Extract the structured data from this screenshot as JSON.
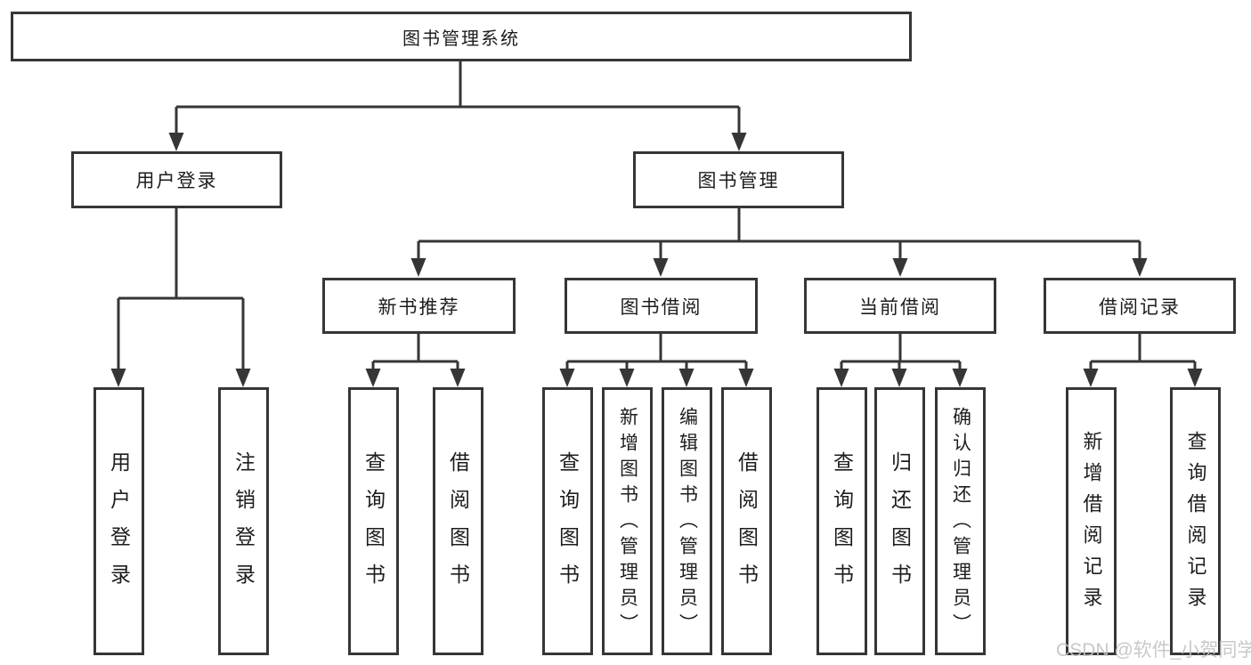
{
  "tree": {
    "root_label": "图书管理系统",
    "branches": [
      {
        "label": "用户登录",
        "children": [
          {
            "label": "用户登录"
          },
          {
            "label": "注销登录"
          }
        ]
      },
      {
        "label": "图书管理",
        "sections": [
          {
            "label": "新书推荐",
            "children": [
              {
                "label": "查询图书"
              },
              {
                "label": "借阅图书"
              }
            ]
          },
          {
            "label": "图书借阅",
            "children": [
              {
                "label": "查询图书"
              },
              {
                "label": "新增图书（管理员）"
              },
              {
                "label": "编辑图书（管理员）"
              },
              {
                "label": "借阅图书"
              }
            ]
          },
          {
            "label": "当前借阅",
            "children": [
              {
                "label": "查询图书"
              },
              {
                "label": "归还图书"
              },
              {
                "label": "确认归还（管理员）"
              }
            ]
          },
          {
            "label": "借阅记录",
            "children": [
              {
                "label": "新增借阅记录"
              },
              {
                "label": "查询借阅记录"
              }
            ]
          }
        ]
      }
    ]
  },
  "watermark": {
    "text": "CSDN @软件_小贺同学"
  },
  "colors": {
    "line": "#363636",
    "border": "#363636",
    "text": "#1d1d1d",
    "watermark": "#c3c3c3",
    "background": "#ffffff"
  }
}
